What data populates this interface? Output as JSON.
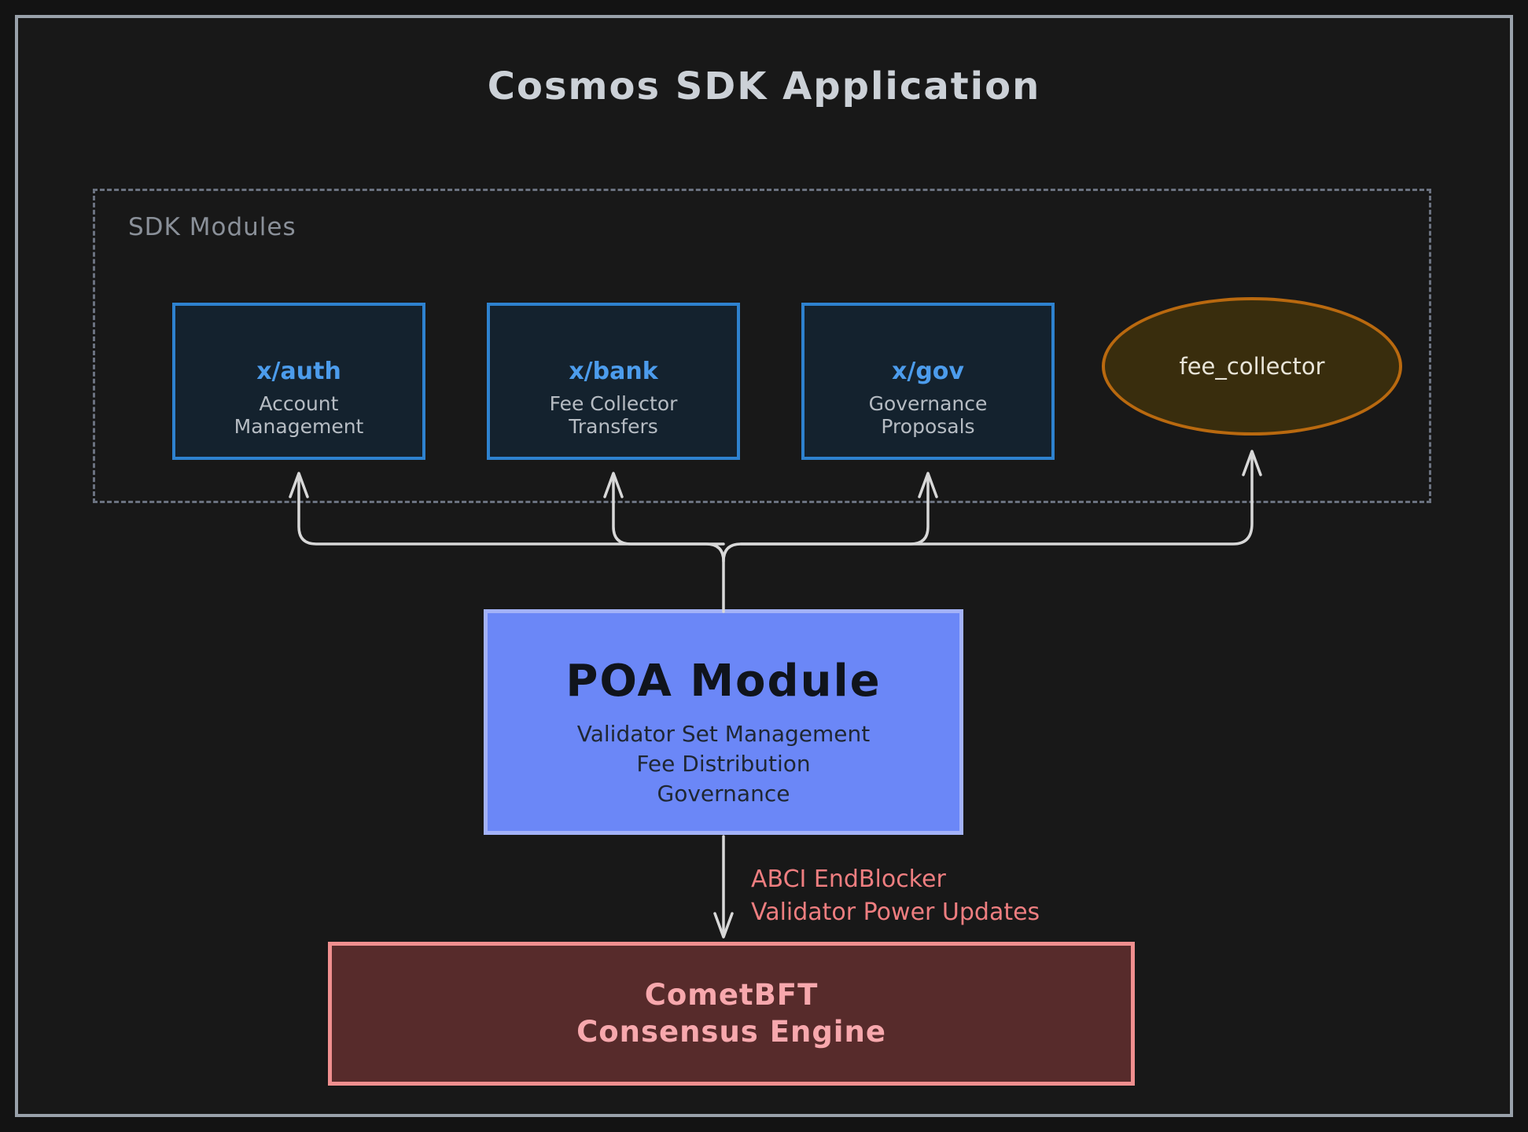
{
  "title": "Cosmos SDK Application",
  "sdk_modules": {
    "label": "SDK Modules",
    "boxes": [
      {
        "name": "x/auth",
        "desc1": "Account",
        "desc2": "Management"
      },
      {
        "name": "x/bank",
        "desc1": "Fee Collector",
        "desc2": "Transfers"
      },
      {
        "name": "x/gov",
        "desc1": "Governance",
        "desc2": "Proposals"
      }
    ],
    "fee_collector_label": "fee_collector"
  },
  "poa": {
    "title": "POA Module",
    "features": [
      "Validator Set Management",
      "Fee Distribution",
      "Governance"
    ]
  },
  "abci": {
    "line1": "ABCI EndBlocker",
    "line2": "Validator Power Updates"
  },
  "comet": {
    "line1": "CometBFT",
    "line2": "Consensus Engine"
  },
  "colors": {
    "background": "#131313",
    "frame_border": "#99a1aa",
    "dashed_border": "#6b7280",
    "title_text": "#ccd1d7",
    "sdk_label_text": "#8a9099",
    "module_border": "#2e82cf",
    "module_fill": "#14222e",
    "module_title_text": "#4c9cec",
    "module_subtitle_text": "#b6bcc3",
    "ellipse_border": "#b9690f",
    "ellipse_fill": "#392d0d",
    "ellipse_text": "#e9e5d9",
    "poa_fill": "#6b87f7",
    "poa_border": "#a3b2f8",
    "poa_text": "#10141c",
    "arrow_stroke": "#d8d8d8",
    "abci_label_text": "#ee7e80",
    "comet_border": "#f08f8f",
    "comet_fill": "#572b2b",
    "comet_text": "#f7a8ad"
  }
}
